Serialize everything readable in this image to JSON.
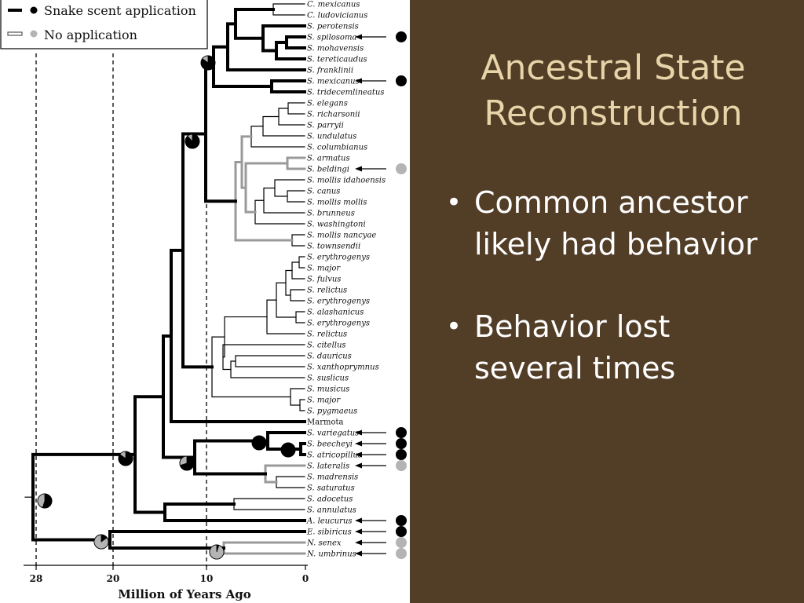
{
  "slide": {
    "title": "Ancestral State Reconstruction",
    "bullets": [
      "Common ancestor likely had behavior",
      "Behavior lost several times"
    ]
  },
  "figure": {
    "legend": {
      "snake_scent_application": "Snake scent application",
      "no_application": "No application"
    },
    "xlabel": "Million of Years Ago",
    "ticks": [
      "28",
      "20",
      "10",
      "0"
    ],
    "taxa": [
      {
        "name": "C. mexicanus"
      },
      {
        "name": "C. ludovicianus"
      },
      {
        "name": "S. perotensis"
      },
      {
        "name": "S. spilosoma",
        "state": "applies",
        "arrow": true
      },
      {
        "name": "S. mohavensis"
      },
      {
        "name": "S. tereticaudus"
      },
      {
        "name": "S. franklinii"
      },
      {
        "name": "S. mexicanus",
        "state": "applies",
        "arrow": true
      },
      {
        "name": "S. tridecemlineatus"
      },
      {
        "name": "S. elegans"
      },
      {
        "name": "S. richarsonii"
      },
      {
        "name": "S. parryii"
      },
      {
        "name": "S. undulatus"
      },
      {
        "name": "S. columbianus"
      },
      {
        "name": "S. armatus"
      },
      {
        "name": "S. beldingi",
        "state": "none",
        "arrow": true
      },
      {
        "name": "S. mollis idahoensis"
      },
      {
        "name": "S. canus"
      },
      {
        "name": "S. mollis mollis"
      },
      {
        "name": "S. brunneus"
      },
      {
        "name": "S. washingtoni"
      },
      {
        "name": "S. mollis nancyae"
      },
      {
        "name": "S. townsendii"
      },
      {
        "name": "S. erythrogenys"
      },
      {
        "name": "S. major"
      },
      {
        "name": "S. fulvus"
      },
      {
        "name": "S. relictus"
      },
      {
        "name": "S. erythrogenys"
      },
      {
        "name": "S. alashanicus"
      },
      {
        "name": "S. erythrogenys"
      },
      {
        "name": "S. relictus"
      },
      {
        "name": "S. citellus"
      },
      {
        "name": "S. dauricus"
      },
      {
        "name": "S. xanthoprymnus"
      },
      {
        "name": "S. suslicus"
      },
      {
        "name": "S. musicus"
      },
      {
        "name": "S. major"
      },
      {
        "name": "S. pygmaeus"
      },
      {
        "name": "Marmota",
        "roman": true
      },
      {
        "name": "S. variegatus",
        "state": "applies",
        "arrow": true
      },
      {
        "name": "S. beecheyi",
        "state": "applies",
        "arrow": true
      },
      {
        "name": "S. atricopillus",
        "state": "applies",
        "arrow": true
      },
      {
        "name": "S. lateralis",
        "state": "none",
        "arrow": true
      },
      {
        "name": "S. madrensis"
      },
      {
        "name": "S. saturatus"
      },
      {
        "name": "S. adocetus"
      },
      {
        "name": "S. annulatus"
      },
      {
        "name": "A. leucurus",
        "state": "applies",
        "arrow": true
      },
      {
        "name": "E. sibiricus",
        "state": "applies",
        "arrow": true
      },
      {
        "name": "N. senex",
        "state": "none",
        "arrow": true
      },
      {
        "name": "N. umbrinus",
        "state": "none",
        "arrow": true
      }
    ],
    "colors": {
      "applies": "#000000",
      "none": "#b4b4b4",
      "panel": "#523d27",
      "title": "#e8d4a8"
    }
  }
}
